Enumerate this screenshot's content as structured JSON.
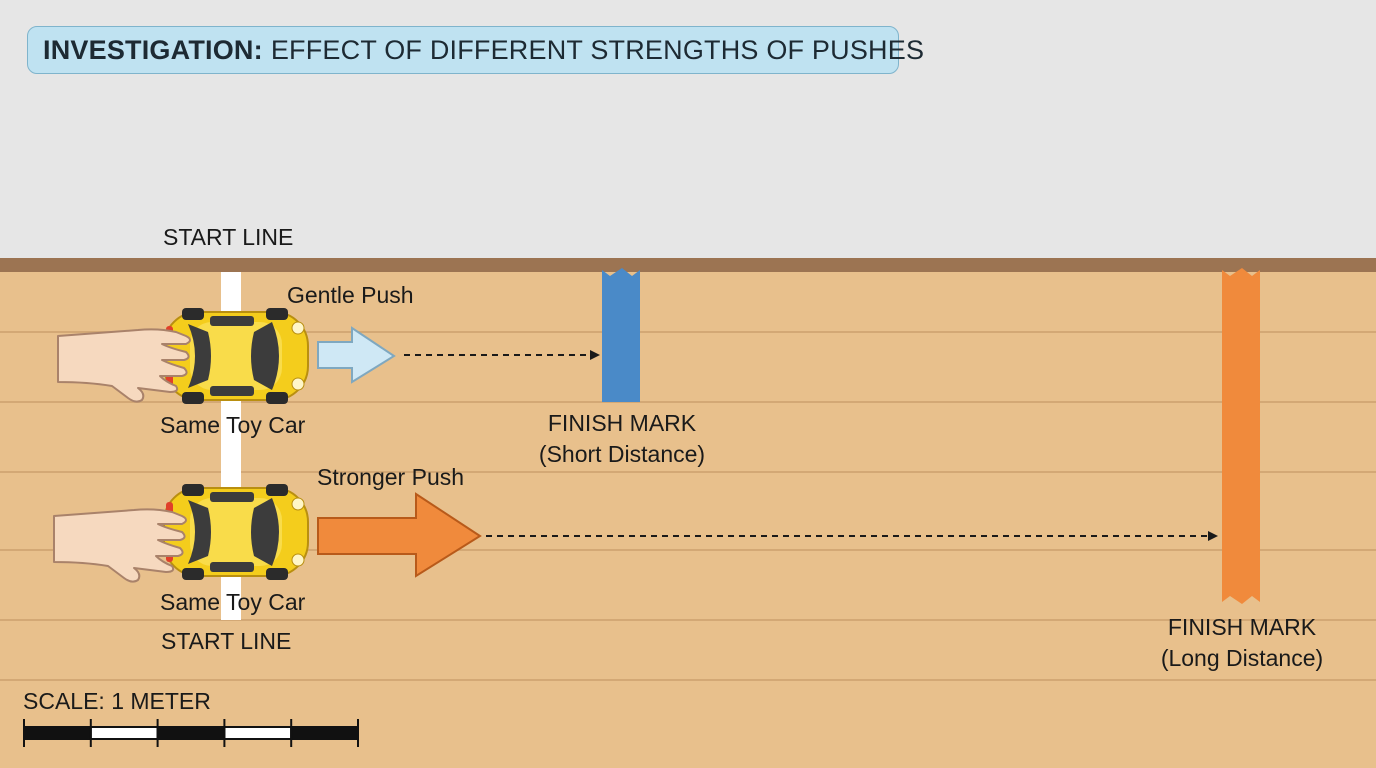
{
  "header": {
    "title_bold": "INVESTIGATION:",
    "title_rest": "EFFECT OF DIFFERENT STRENGTHS OF PUSHES"
  },
  "labels": {
    "start_line_top": "START LINE",
    "start_line_bottom": "START LINE",
    "gentle_push": "Gentle Push",
    "stronger_push": "Stronger Push",
    "car_top": "Same Toy Car",
    "car_bottom": "Same Toy Car",
    "finish_short_title": "FINISH MARK",
    "finish_short_sub": "(Short Distance)",
    "finish_long_title": "FINISH MARK",
    "finish_long_sub": "(Long Distance)"
  },
  "scale": {
    "label": "SCALE: 1 METER",
    "segments": 5
  },
  "colors": {
    "floor": "#e8c08c",
    "floor_plank_line": "#d3a875",
    "baseboard": "#9c7452",
    "car_body": "#f4cd1c",
    "car_window": "#3c3c3c",
    "gentle_arrow": "#cfe8f5",
    "strong_arrow": "#f08a3c",
    "short_tape": "#4a8ac8",
    "long_tape": "#f08a3c",
    "skin": "#f6d9bf"
  },
  "icons": {
    "hand": "hand-icon",
    "car": "toy-car-icon"
  }
}
